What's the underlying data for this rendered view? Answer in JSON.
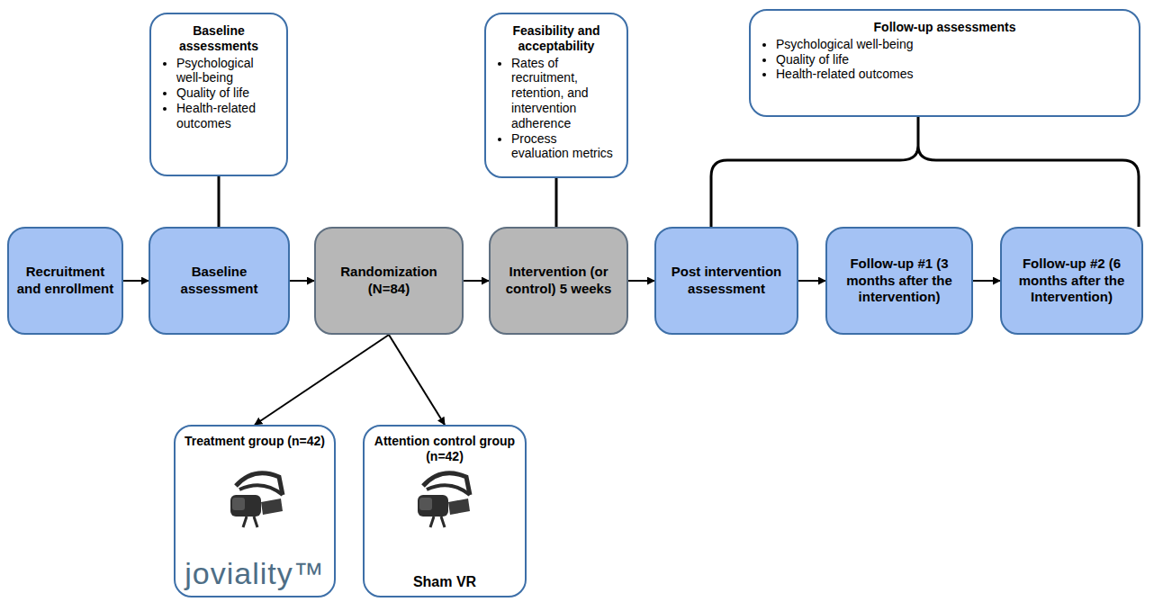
{
  "diagram": {
    "nodes": [
      {
        "text": [
          "Baseline assessments",
          "Psychological well-being",
          "Quality of life",
          "Health-related outcomes"
        ]
      },
      {
        "text": [
          "Feasibility and acceptability",
          "Rates of recruitment, retention, and intervention adherence",
          "Process evaluation metrics"
        ]
      },
      {
        "text": [
          "Follow-up assessments",
          "Psychological well-being",
          "Quality of life",
          "Health-related outcomes"
        ]
      },
      {
        "text": [
          "Recruitment and enrollment"
        ]
      },
      {
        "text": [
          "Baseline assessment"
        ]
      },
      {
        "text": [
          "Randomization (N=84)"
        ]
      },
      {
        "text": [
          "Intervention (or control) 5 weeks"
        ]
      },
      {
        "text": [
          "Post intervention assessment"
        ]
      },
      {
        "text": [
          "Follow-up #1 (3 months after the intervention)"
        ]
      },
      {
        "text": [
          "Follow-up #2 (6 months after the Intervention)"
        ]
      },
      {
        "text": [
          "Treatment group (n=42)",
          "joviality™"
        ]
      },
      {
        "text": [
          "Attention control group (n=42)",
          "Sham VR"
        ]
      }
    ],
    "edges": [
      {
        "from": 0,
        "to": 4,
        "arrow": "none"
      },
      {
        "from": 1,
        "to": 6,
        "arrow": "none"
      },
      {
        "from": 3,
        "to": 4,
        "arrow": "to"
      },
      {
        "from": 4,
        "to": 5,
        "arrow": "to"
      },
      {
        "from": 5,
        "to": 6,
        "arrow": "to"
      },
      {
        "from": 6,
        "to": 7,
        "arrow": "to"
      },
      {
        "from": 7,
        "to": 8,
        "arrow": "to"
      },
      {
        "from": 8,
        "to": 9,
        "arrow": "to"
      },
      {
        "from": 5,
        "to": 10,
        "arrow": "to"
      },
      {
        "from": 5,
        "to": 11,
        "arrow": "to"
      }
    ]
  }
}
